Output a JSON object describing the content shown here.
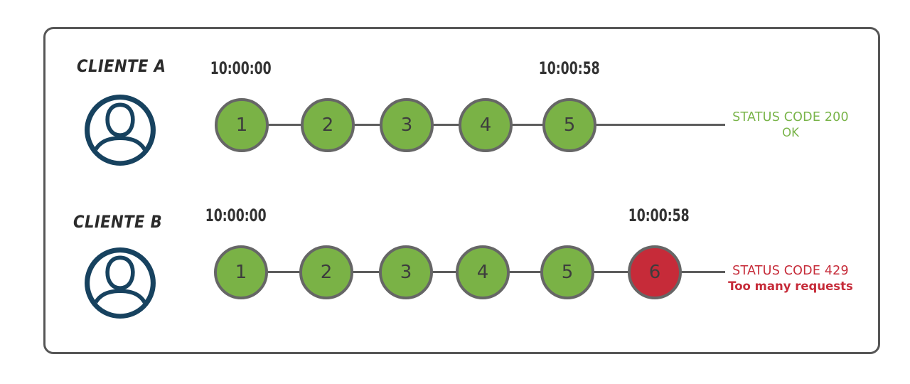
{
  "colors": {
    "success": "#7ab246",
    "error": "#c62b39",
    "success_text": "#79b449",
    "error_text": "#c62b39",
    "stroke": "#5d5d5d",
    "avatar": "#17425f"
  },
  "clients": [
    {
      "name": "CLIENTE A",
      "start_time": "10:00:00",
      "end_time": "10:00:58",
      "requests": [
        {
          "label": "1",
          "status": "success"
        },
        {
          "label": "2",
          "status": "success"
        },
        {
          "label": "3",
          "status": "success"
        },
        {
          "label": "4",
          "status": "success"
        },
        {
          "label": "5",
          "status": "success"
        }
      ],
      "status_code_label": "STATUS CODE 200",
      "status_message": "OK",
      "status_type": "success"
    },
    {
      "name": "CLIENTE B",
      "start_time": "10:00:00",
      "end_time": "10:00:58",
      "requests": [
        {
          "label": "1",
          "status": "success"
        },
        {
          "label": "2",
          "status": "success"
        },
        {
          "label": "3",
          "status": "success"
        },
        {
          "label": "4",
          "status": "success"
        },
        {
          "label": "5",
          "status": "success"
        },
        {
          "label": "6",
          "status": "error"
        }
      ],
      "status_code_label": "STATUS CODE 429",
      "status_message": "Too many requests",
      "status_type": "error"
    }
  ]
}
